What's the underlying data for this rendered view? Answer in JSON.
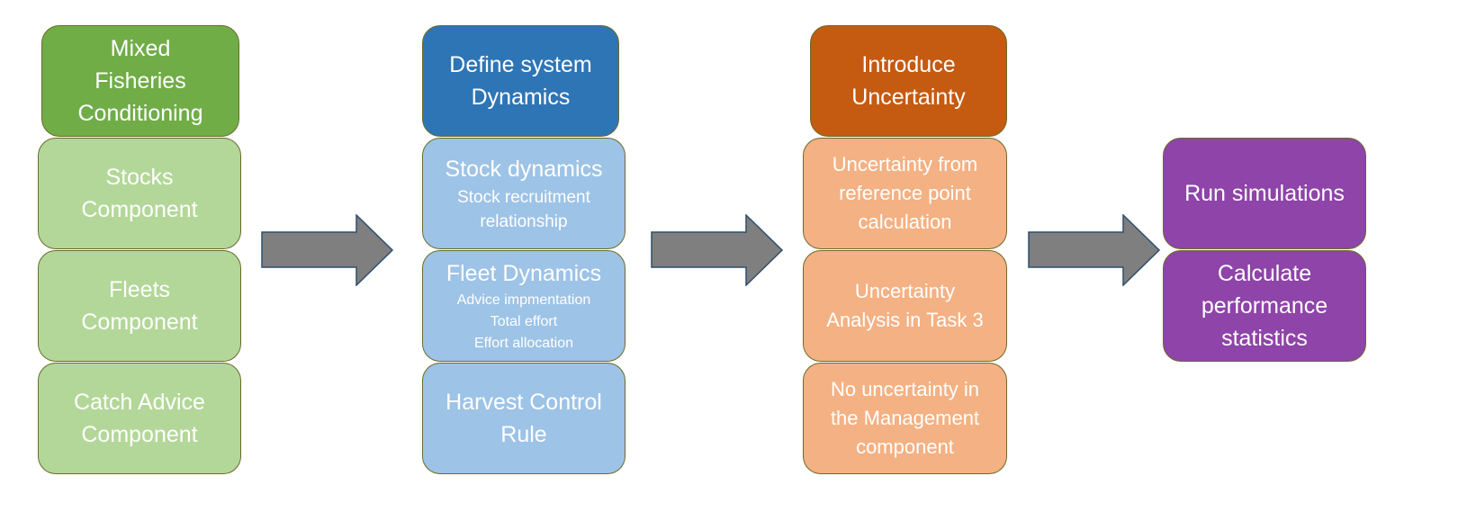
{
  "columns": [
    {
      "header": [
        "Mixed",
        "Fisheries",
        "Conditioning"
      ],
      "items": [
        [
          "Stocks",
          "Component"
        ],
        [
          "Fleets",
          "Component"
        ],
        [
          "Catch Advice",
          "Component"
        ]
      ]
    },
    {
      "header": [
        "Define system",
        "Dynamics"
      ],
      "items": [
        {
          "title": "Stock dynamics",
          "sub": [
            "Stock recruitment",
            "relationship"
          ]
        },
        {
          "title": "Fleet Dynamics",
          "sub": [
            "Advice impmentation",
            "Total effort",
            "Effort allocation"
          ]
        },
        {
          "lines": [
            "Harvest Control",
            "Rule"
          ]
        }
      ]
    },
    {
      "header": [
        "Introduce",
        "Uncertainty"
      ],
      "items": [
        [
          "Uncertainty  from",
          "reference  point",
          "calculation"
        ],
        [
          "Uncertainty",
          "Analysis in Task 3"
        ],
        [
          "No uncertainty in",
          "the Management",
          "component"
        ]
      ]
    },
    {
      "items": [
        [
          "Run simulations"
        ],
        [
          "Calculate",
          "performance",
          "statistics"
        ]
      ]
    }
  ],
  "colors": {
    "green_header": "#70ad47",
    "green": "#b3d798",
    "blue_header": "#2e75b6",
    "blue": "#9dc3e6",
    "orange_header": "#c55a11",
    "orange": "#f4b183",
    "purple": "#8e44a8",
    "arrow": "#7f7f7f"
  }
}
